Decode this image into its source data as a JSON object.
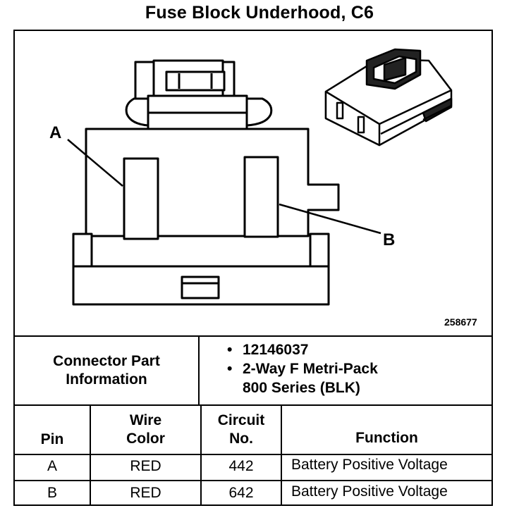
{
  "title": "Fuse Block Underhood, C6",
  "diagram": {
    "figure_id": "258677",
    "pin_labels": [
      "A",
      "B"
    ]
  },
  "connector_info": {
    "label_line1": "Connector Part",
    "label_line2": "Information",
    "bullets": [
      {
        "bullet": "•",
        "text": "12146037"
      },
      {
        "bullet": "•",
        "text": "2-Way F Metri-Pack"
      }
    ],
    "continuation": "800 Series (BLK)"
  },
  "table": {
    "headers": {
      "pin": "Pin",
      "wire_color_line1": "Wire",
      "wire_color_line2": "Color",
      "circuit_line1": "Circuit",
      "circuit_line2": "No.",
      "function": "Function"
    },
    "rows": [
      {
        "pin": "A",
        "wire_color": "RED",
        "circuit": "442",
        "function": "Battery Positive Voltage"
      },
      {
        "pin": "B",
        "wire_color": "RED",
        "circuit": "642",
        "function": "Battery Positive Voltage"
      }
    ]
  }
}
